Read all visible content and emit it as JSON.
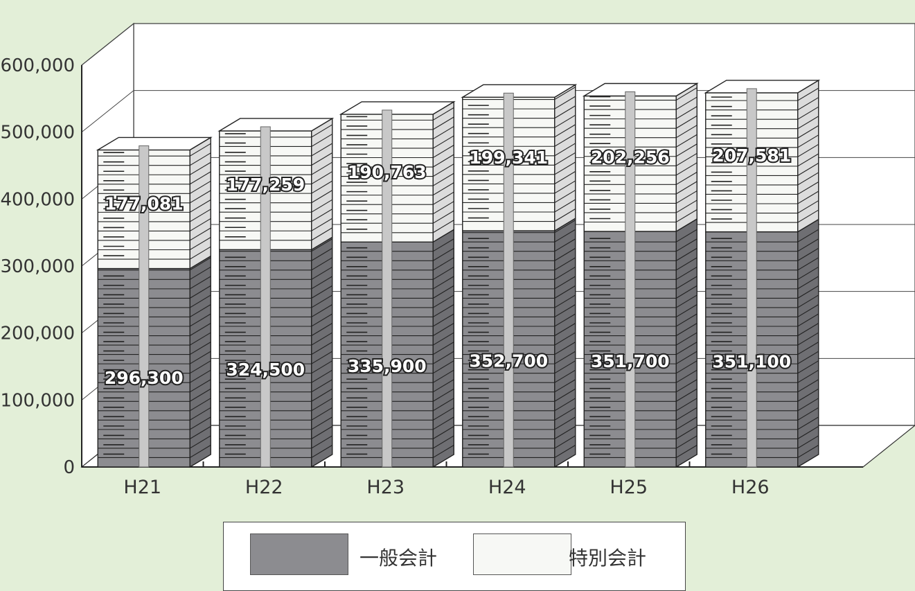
{
  "chart_data": {
    "type": "bar",
    "stacked": true,
    "categories": [
      "H21",
      "H22",
      "H23",
      "H24",
      "H25",
      "H26"
    ],
    "series": [
      {
        "name": "一般会計",
        "values": [
          296300,
          324500,
          335900,
          352700,
          351700,
          351100
        ],
        "labels": [
          "296,300",
          "324,500",
          "335,900",
          "352,700",
          "351,700",
          "351,100"
        ],
        "color": "#8c8c90"
      },
      {
        "name": "特別会計",
        "values": [
          177081,
          177259,
          190763,
          199341,
          202256,
          207581
        ],
        "labels": [
          "177,081",
          "177,259",
          "190,763",
          "199,341",
          "202,256",
          "207,581"
        ],
        "color": "#f7f8f5"
      }
    ],
    "y_ticks": [
      "0",
      "100,000",
      "200,000",
      "300,000",
      "400,000",
      "500,000",
      "600,000"
    ],
    "ylim": [
      0,
      600000
    ],
    "grid": true,
    "legend_position": "bottom",
    "style": "3d stacks of banknotes"
  }
}
